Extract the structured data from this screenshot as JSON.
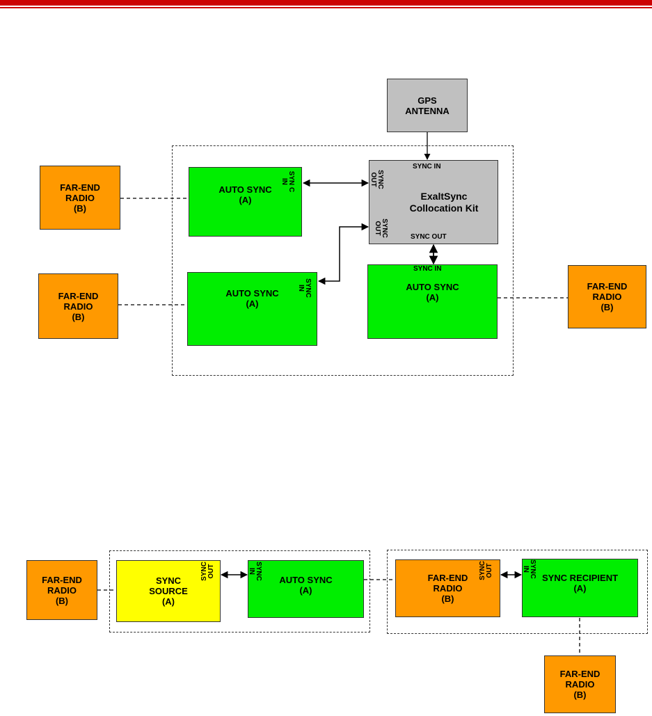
{
  "diagram1": {
    "gps": {
      "line1": "GPS",
      "line2": "ANTENNA"
    },
    "kit": {
      "line1": "ExaltSync",
      "line2": "Collocation Kit",
      "sync_in": "SYNC IN",
      "sync_out_bottom": "SYNC OUT",
      "sync_out_1a": "SYNC",
      "sync_out_1b": "OUT",
      "sync_out_2a": "SYNC",
      "sync_out_2b": "OUT"
    },
    "auto1": {
      "line1": "AUTO SYNC",
      "line2": "(A)",
      "port_a": "SYN C",
      "port_b": "IN"
    },
    "auto2": {
      "line1": "AUTO SYNC",
      "line2": "(A)",
      "port_a": "SYNC",
      "port_b": "IN"
    },
    "auto3": {
      "line1": "AUTO SYNC",
      "line2": "(A)",
      "port": "SYNC IN"
    },
    "far1": {
      "line1": "FAR-END",
      "line2": "RADIO",
      "line3": "(B)"
    },
    "far2": {
      "line1": "FAR-END",
      "line2": "RADIO",
      "line3": "(B)"
    },
    "far3": {
      "line1": "FAR-END",
      "line2": "RADIO",
      "line3": "(B)"
    }
  },
  "diagram2": {
    "far_left": {
      "line1": "FAR-END",
      "line2": "RADIO",
      "line3": "(B)"
    },
    "source": {
      "line1": "SYNC",
      "line2": "SOURCE",
      "line3": "(A)",
      "port_a": "SYNC",
      "port_b": "OUT"
    },
    "auto": {
      "line1": "AUTO SYNC",
      "line2": "(A)",
      "port_a": "SYNC",
      "port_b": "IN"
    },
    "far_mid": {
      "line1": "FAR-END",
      "line2": "RADIO",
      "line3": "(B)",
      "port_a": "SYNC",
      "port_b": "OUT"
    },
    "recipient": {
      "line1": "SYNC RECIPIENT",
      "line2": "(A)",
      "port_a": "SYNC",
      "port_b": "IN"
    },
    "far_bottom": {
      "line1": "FAR-END",
      "line2": "RADIO",
      "line3": "(B)"
    }
  },
  "colors": {
    "accent": "#cc0000",
    "green": "#00ee00",
    "orange": "#ff9900",
    "gray": "#c0c0c0",
    "yellow": "#ffff00"
  }
}
